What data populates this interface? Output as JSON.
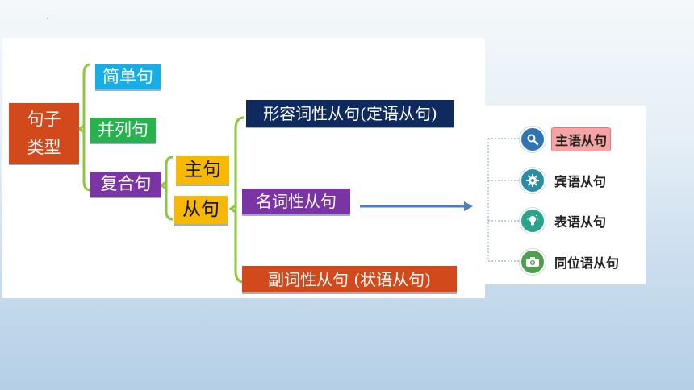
{
  "diagram": {
    "root": {
      "line1": "句子",
      "line2": "类型"
    },
    "types": {
      "simple": "简单句",
      "compound": "并列句",
      "complex": "复合句"
    },
    "complex_parts": {
      "main_clause": "主句",
      "sub_clause": "从句"
    },
    "sub_clause_types": {
      "adjective": "形容词性从句(定语从句)",
      "noun": "名词性从句",
      "adverbial": "副词性从句 (状语从句)"
    },
    "noun_clause_list": [
      {
        "label": "主语从句",
        "icon": "search-icon",
        "color": "#2f74b5",
        "highlighted": true
      },
      {
        "label": "宾语从句",
        "icon": "gear-icon",
        "color": "#2b8ea8",
        "highlighted": false
      },
      {
        "label": "表语从句",
        "icon": "lightbulb-icon",
        "color": "#2aa38c",
        "highlighted": false
      },
      {
        "label": "同位语从句",
        "icon": "camera-icon",
        "color": "#4f9f4e",
        "highlighted": false
      }
    ]
  },
  "colors": {
    "root": "#d24a1c",
    "simple": "#16aee6",
    "compound": "#26b24d",
    "complex": "#7a34a4",
    "clause": "#f6b800",
    "adjective": "#0f2a5e",
    "bracket": "#8dc63f",
    "arrow": "#4a7fc1",
    "highlight": "#f5a3a3"
  }
}
